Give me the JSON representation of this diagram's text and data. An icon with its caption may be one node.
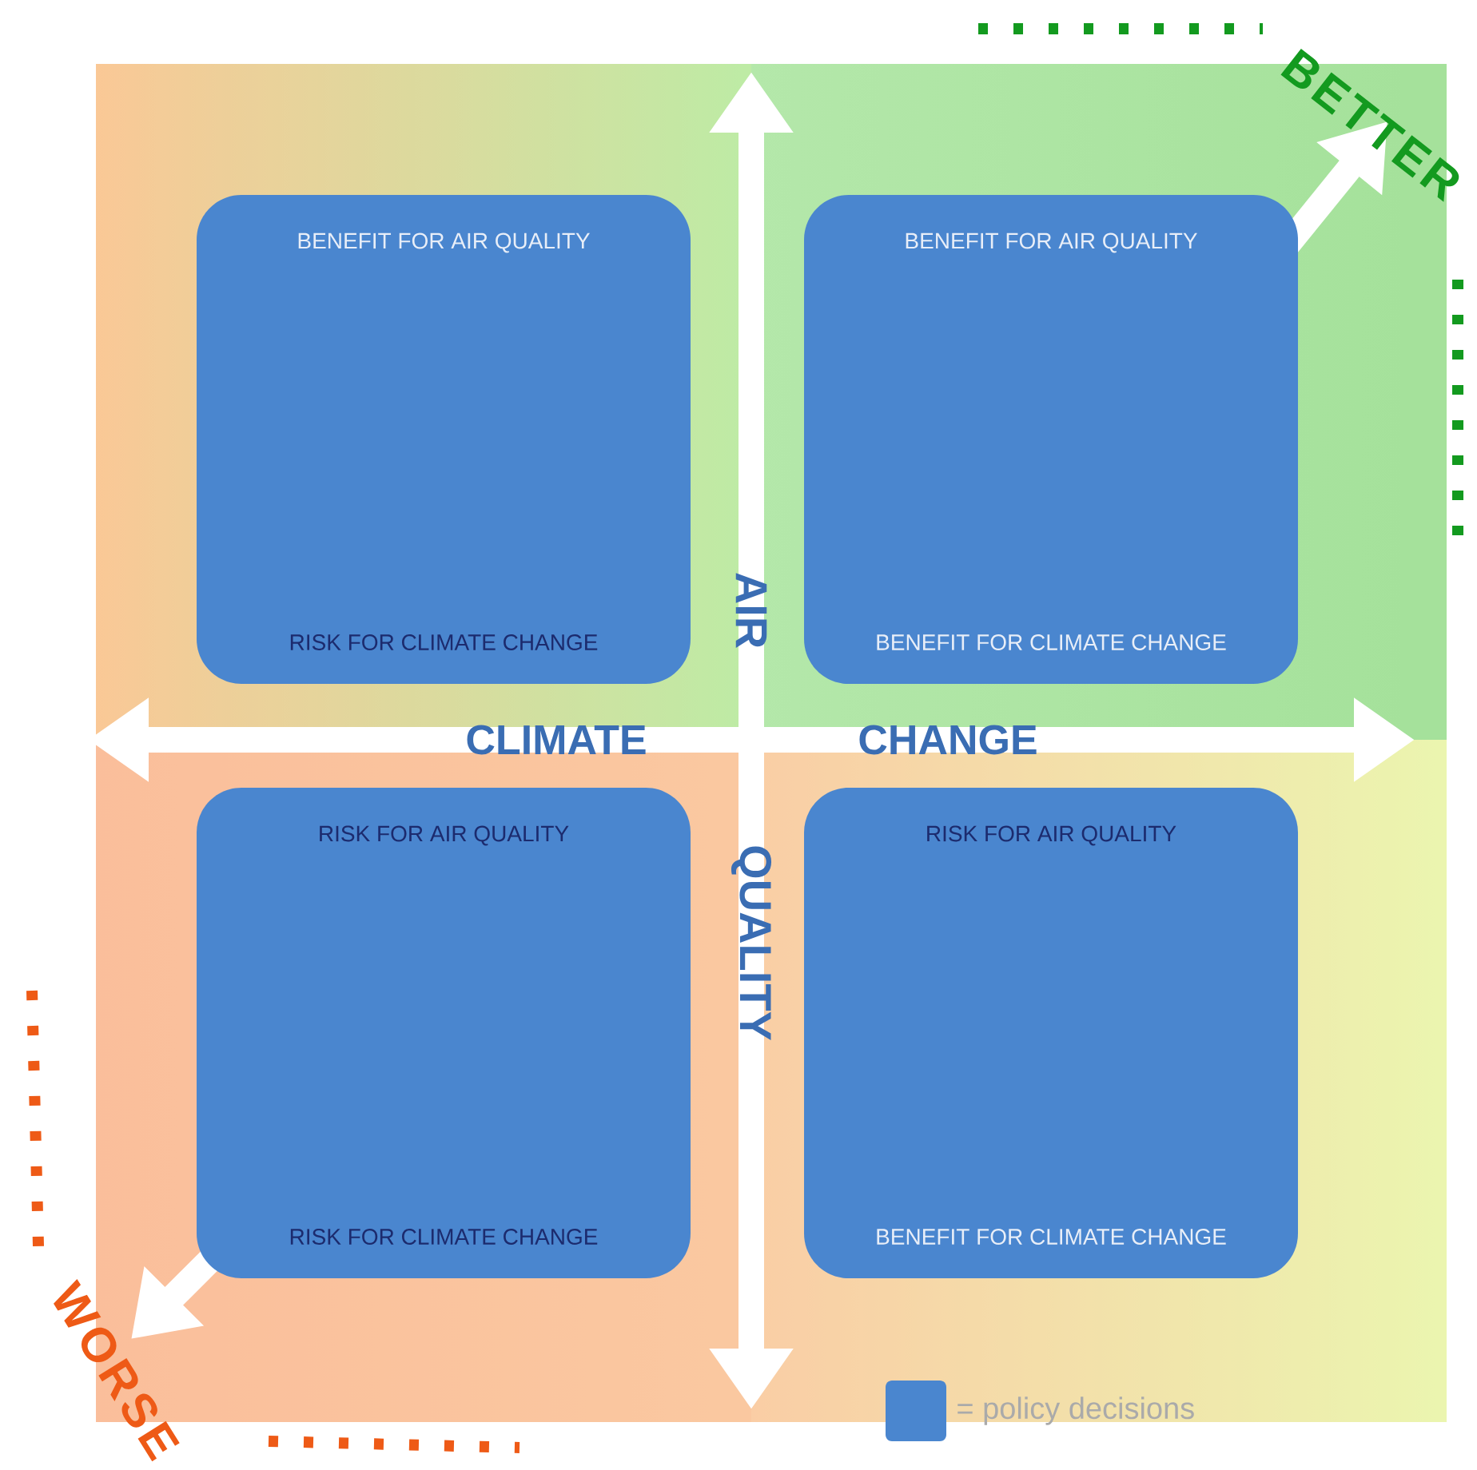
{
  "diagram": {
    "nodes": [
      {
        "text": [
          "BENEFIT FOR AIR QUALITY",
          "RISK FOR CLIMATE CHANGE"
        ]
      },
      {
        "text": [
          "BENEFIT FOR AIR QUALITY",
          "BENEFIT FOR CLIMATE CHANGE"
        ]
      },
      {
        "text": [
          "RISK FOR AIR QUALITY",
          "RISK FOR CLIMATE CHANGE"
        ]
      },
      {
        "text": [
          "RISK FOR AIR QUALITY",
          "BENEFIT FOR CLIMATE CHANGE"
        ]
      }
    ],
    "labels": [
      "BETTER",
      "AIR",
      "CLIMATE",
      "CHANGE",
      "QUALITY",
      "WORSE"
    ],
    "legend": [
      {
        "text": "= policy decisions",
        "color": "#4a86cf"
      }
    ]
  }
}
